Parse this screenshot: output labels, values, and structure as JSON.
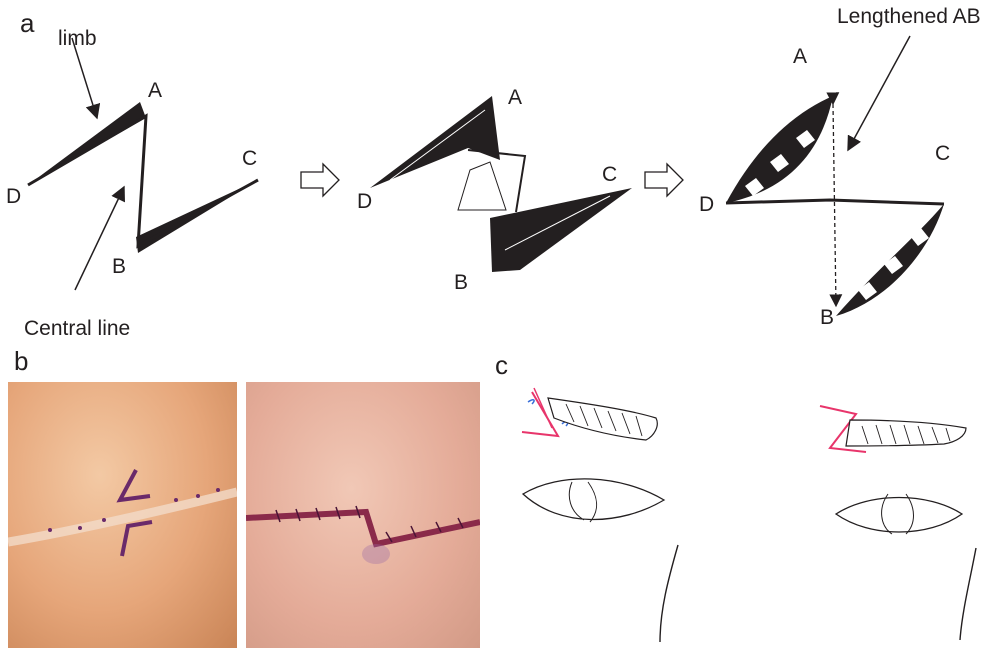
{
  "panels": {
    "a": "a",
    "b": "b",
    "c": "c"
  },
  "diagram1": {
    "limb": "limb",
    "central_line": "Central line",
    "A": "A",
    "B": "B",
    "C": "C",
    "D": "D"
  },
  "diagram2": {
    "A": "A",
    "B": "B",
    "C": "C",
    "D": "D"
  },
  "diagram3": {
    "lengthened": "Lengthened AB",
    "A": "A",
    "B": "B",
    "C": "C",
    "D": "D"
  },
  "colors": {
    "ink": "#231f20",
    "marker": "#e8356b",
    "skin": "#e6a67a",
    "suture": "#6a1f4a"
  }
}
